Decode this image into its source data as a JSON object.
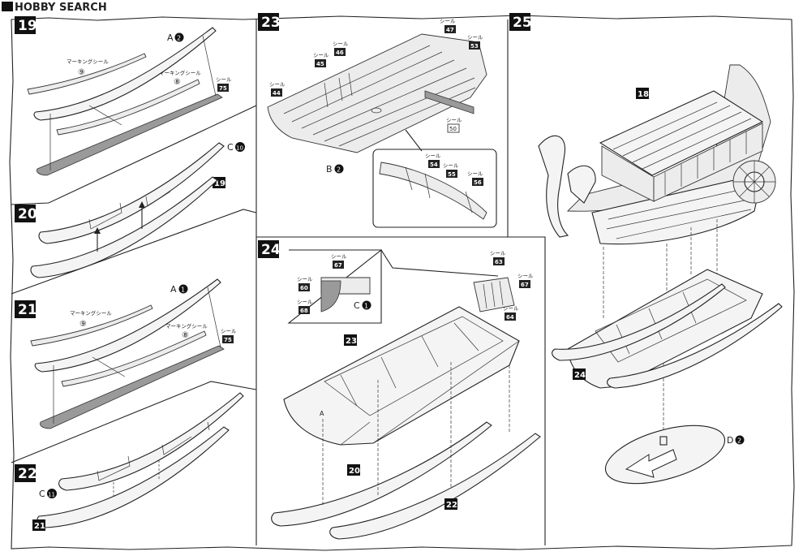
{
  "watermark": "HOBBY SEARCH",
  "steps": [
    {
      "num": "19"
    },
    {
      "num": "20"
    },
    {
      "num": "21"
    },
    {
      "num": "22"
    },
    {
      "num": "23"
    },
    {
      "num": "24"
    },
    {
      "num": "25"
    }
  ],
  "step19": {
    "part_a": "A",
    "part_a_circ": "2",
    "marking9_label": "マーキングシール",
    "marking9_num": "⑨",
    "marking8_label": "マーキングシール",
    "marking8_num": "⑧",
    "seal_label": "シール",
    "seal_num": "75",
    "part_c": "C",
    "part_c_circ": "10",
    "ref": "19"
  },
  "step21": {
    "part_a": "A",
    "part_a_circ": "1",
    "marking9_label": "マーキングシール",
    "marking9_num": "⑨",
    "marking8_label": "マーキングシール",
    "marking8_num": "⑧",
    "seal_label": "シール",
    "seal_num": "75"
  },
  "step22": {
    "part_c": "C",
    "part_c_circ": "11",
    "ref": "21"
  },
  "step23": {
    "seal_label": "シール",
    "seals": [
      "44",
      "45",
      "46",
      "47",
      "53",
      "50",
      "54",
      "55",
      "56"
    ],
    "part_b": "B",
    "part_b_circ": "2"
  },
  "step24": {
    "seal_label": "シール",
    "seals_left": [
      "67",
      "60",
      "68"
    ],
    "part_c": "C",
    "part_c_circ": "1",
    "seals_right": [
      "63",
      "67",
      "64"
    ],
    "ref_top": "23",
    "ref_mid": "20",
    "ref_bottom": "22",
    "arrow_a": "A"
  },
  "step25": {
    "ref_top": "18",
    "ref_bottom": "24",
    "part_d": "D",
    "part_d_circ": "2"
  }
}
